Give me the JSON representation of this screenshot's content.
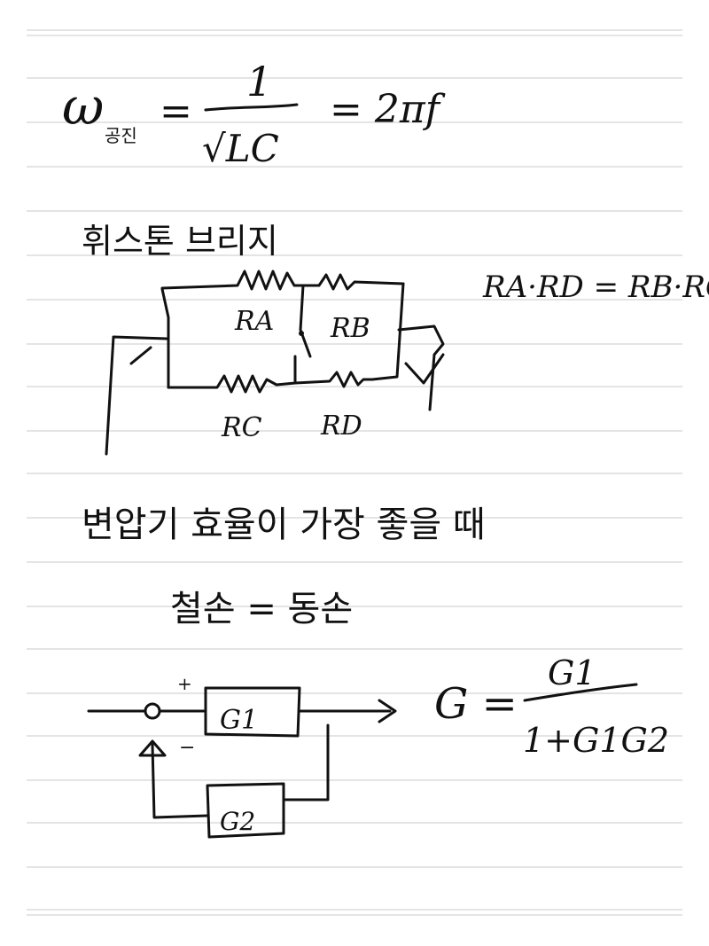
{
  "resonance_formula": {
    "omega": "ω",
    "subscript": "공진",
    "equals": "=",
    "numerator": "1",
    "denominator": "√LC",
    "rhs": "= 2πf"
  },
  "bridge": {
    "title": "휘스톤 브리지",
    "labels": [
      "RA",
      "RB",
      "RC",
      "RD"
    ],
    "condition": "RA·RD = RB·RC"
  },
  "sensitivity_note": "변압기 효율이 가장 좋을 때",
  "loss_note": "철손 = 동손",
  "feedback": {
    "plus": "+",
    "minus": "−",
    "block1": "G1",
    "block2": "G2",
    "gain_lhs": "G =",
    "gain_numerator": "G1",
    "gain_denominator": "1+G1G2"
  },
  "colors": {
    "ink": "#111111",
    "rule": "#c9c9c9",
    "paper": "#ffffff"
  }
}
